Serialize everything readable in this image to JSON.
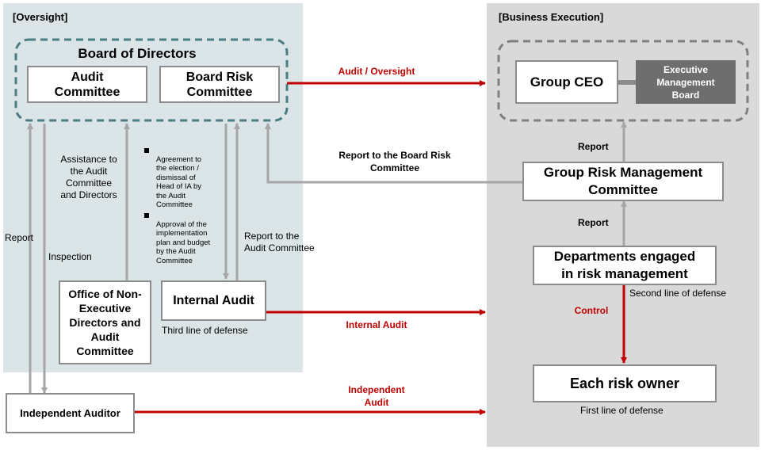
{
  "oversight": {
    "title": "[Oversight]",
    "board_title": "Board of Directors",
    "audit_committee": "Audit\nCommittee",
    "board_risk_committee": "Board Risk\nCommittee",
    "office_box": "Office of Non-\nExecutive\nDirectors and\nAudit\nCommittee",
    "internal_audit_box": "Internal Audit",
    "third_line": "Third line of defense",
    "assistance": "Assistance to\nthe Audit\nCommittee\nand Directors",
    "bullet1": "Agreement to\nthe election /\ndismissal of\nHead of IA by\nthe Audit\nCommittee",
    "bullet2": "Approval of the\nimplementation\nplan and budget\nby the Audit\nCommittee",
    "report_to_audit": "Report to the\nAudit Committee",
    "report_left": "Report",
    "inspection": "Inspection"
  },
  "execution": {
    "title": "[Business Execution]",
    "group_ceo": "Group CEO",
    "executive_board": "Executive\nManagement\nBoard",
    "report_top": "Report",
    "grmc": "Group Risk Management\nCommittee",
    "report_mid": "Report",
    "departments": "Departments engaged\nin risk management",
    "second_line": "Second line of defense",
    "control": "Control",
    "risk_owner": "Each risk owner",
    "first_line": "First line of defense"
  },
  "links": {
    "audit_oversight": "Audit / Oversight",
    "report_board_risk": "Report to the Board Risk\nCommittee",
    "internal_audit": "Internal Audit",
    "independent_audit": "Independent\nAudit"
  },
  "independent_auditor": "Independent Auditor",
  "colors": {
    "left_panel": "#dbe5e8",
    "right_panel": "#d9d9d9",
    "red_arrow": "#c00000",
    "gray_arrow": "#a6a6a6",
    "dashed_left": "#4a7d80",
    "dashed_right": "#7f7f7f",
    "exec_board_fill": "#6e6e6e"
  }
}
